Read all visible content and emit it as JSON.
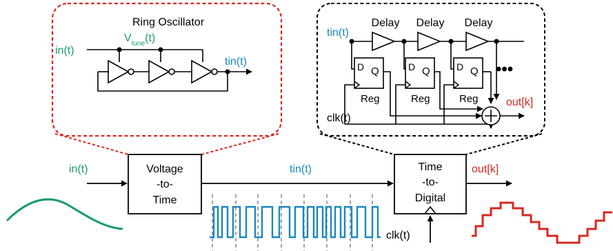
{
  "ring_oscillator": {
    "title": "Ring Oscillator",
    "input_label": "in(t)",
    "vtune_main": "V",
    "vtune_sub": "tune",
    "vtune_tail": "(t)",
    "output_label": "tin(t)"
  },
  "tdc_detail": {
    "input_label": "tin(t)",
    "delay_labels": [
      "Delay",
      "Delay",
      "Delay"
    ],
    "reg_d": "D",
    "reg_q": "Q",
    "reg_labels": [
      "Reg",
      "Reg",
      "Reg"
    ],
    "ellipsis": "•••",
    "clock_label": "clk(t)",
    "output_label": "out[k]"
  },
  "main_chain": {
    "input_label": "in(t)",
    "vtt_block": [
      "Voltage",
      "-to-",
      "Time"
    ],
    "mid_label": "tin(t)",
    "ttd_block": [
      "Time",
      "-to-",
      "Digital"
    ],
    "output_label": "out[k]",
    "clock_label": "clk(t)"
  },
  "colors": {
    "green": "#1a9a6c",
    "blue": "#1a86c0",
    "red": "#d6281f",
    "black": "#000000"
  },
  "waveforms": {
    "input": "sine",
    "pulse_train": "pwm",
    "output": "staircase"
  }
}
